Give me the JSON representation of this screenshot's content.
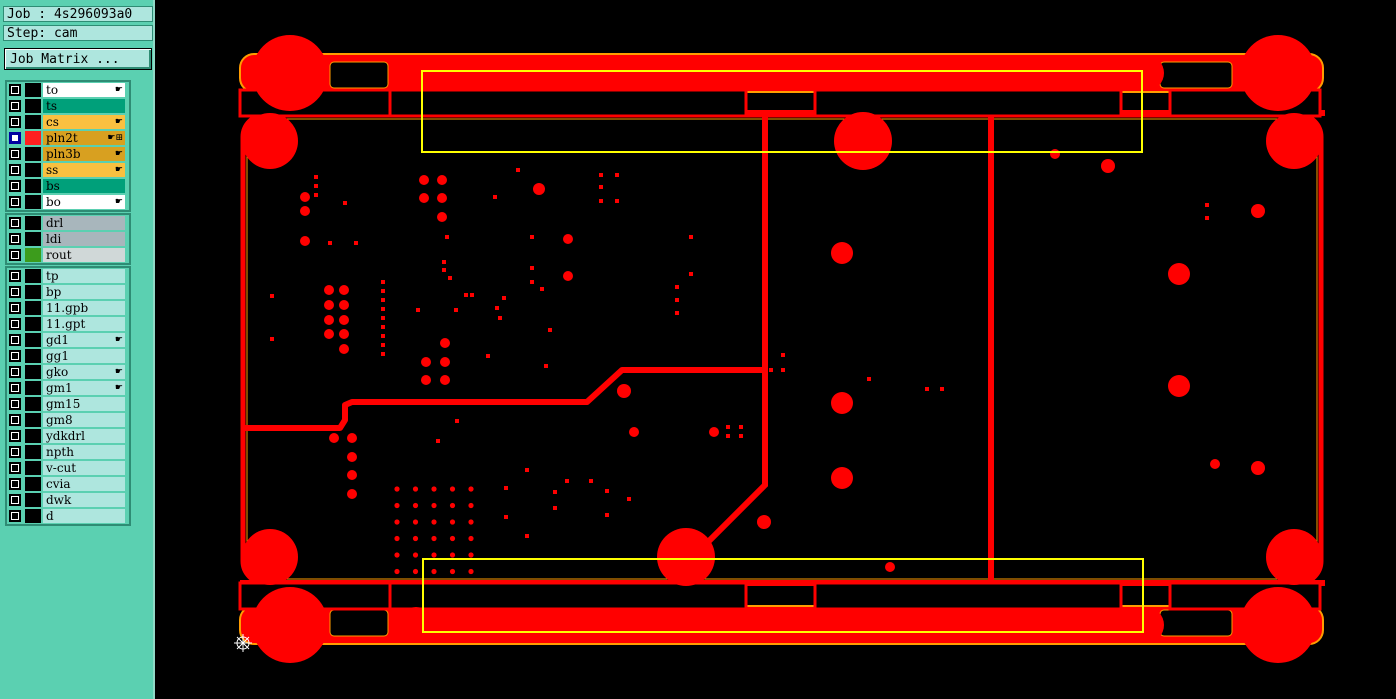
{
  "header": {
    "job": "Job : 4s296093a0",
    "step": "Step: cam"
  },
  "job_matrix_label": "Job Matrix ...",
  "groups": [
    {
      "layers": [
        {
          "name": "to",
          "bg": "#ffffff",
          "swatch": "#000000",
          "checked": false,
          "marker": "edit"
        },
        {
          "name": "ts",
          "bg": "#00a07a",
          "swatch": "#000000",
          "checked": false,
          "marker": ""
        },
        {
          "name": "cs",
          "bg": "#f9c040",
          "swatch": "#000000",
          "checked": false,
          "marker": "edit"
        },
        {
          "name": "pln2t",
          "bg": "#d8a020",
          "swatch": "#ff2020",
          "checked": true,
          "marker": "edit-grid"
        },
        {
          "name": "pln3b",
          "bg": "#d8a020",
          "swatch": "#000000",
          "checked": false,
          "marker": "edit"
        },
        {
          "name": "ss",
          "bg": "#f9c040",
          "swatch": "#000000",
          "checked": false,
          "marker": "edit"
        },
        {
          "name": "bs",
          "bg": "#00a07a",
          "swatch": "#000000",
          "checked": false,
          "marker": ""
        },
        {
          "name": "bo",
          "bg": "#ffffff",
          "swatch": "#000000",
          "checked": false,
          "marker": "edit"
        }
      ]
    },
    {
      "layers": [
        {
          "name": "drl",
          "bg": "#a8b6bc",
          "swatch": "#000000",
          "checked": false,
          "marker": ""
        },
        {
          "name": "ldi",
          "bg": "#a8b6bc",
          "swatch": "#000000",
          "checked": false,
          "marker": ""
        },
        {
          "name": "rout",
          "bg": "#d0d8d8",
          "swatch": "#3c9c1c",
          "checked": false,
          "marker": ""
        }
      ]
    },
    {
      "layers": [
        {
          "name": "tp",
          "bg": "#aee6de",
          "swatch": "#000000",
          "checked": false,
          "marker": ""
        },
        {
          "name": "bp",
          "bg": "#aee6de",
          "swatch": "#000000",
          "checked": false,
          "marker": ""
        },
        {
          "name": "11.gpb",
          "bg": "#aee6de",
          "swatch": "#000000",
          "checked": false,
          "marker": ""
        },
        {
          "name": "11.gpt",
          "bg": "#aee6de",
          "swatch": "#000000",
          "checked": false,
          "marker": ""
        },
        {
          "name": "gd1",
          "bg": "#aee6de",
          "swatch": "#000000",
          "checked": false,
          "marker": "edit"
        },
        {
          "name": "gg1",
          "bg": "#aee6de",
          "swatch": "#000000",
          "checked": false,
          "marker": ""
        },
        {
          "name": "gko",
          "bg": "#aee6de",
          "swatch": "#000000",
          "checked": false,
          "marker": "edit"
        },
        {
          "name": "gm1",
          "bg": "#aee6de",
          "swatch": "#000000",
          "checked": false,
          "marker": "edit"
        },
        {
          "name": "gm15",
          "bg": "#aee6de",
          "swatch": "#000000",
          "checked": false,
          "marker": ""
        },
        {
          "name": "gm8",
          "bg": "#aee6de",
          "swatch": "#000000",
          "checked": false,
          "marker": ""
        },
        {
          "name": "ydkdrl",
          "bg": "#aee6de",
          "swatch": "#000000",
          "checked": false,
          "marker": ""
        },
        {
          "name": "npth",
          "bg": "#aee6de",
          "swatch": "#000000",
          "checked": false,
          "marker": ""
        },
        {
          "name": "v-cut",
          "bg": "#aee6de",
          "swatch": "#000000",
          "checked": false,
          "marker": ""
        },
        {
          "name": "cvia",
          "bg": "#aee6de",
          "swatch": "#000000",
          "checked": false,
          "marker": ""
        },
        {
          "name": "dwk",
          "bg": "#aee6de",
          "swatch": "#000000",
          "checked": false,
          "marker": ""
        },
        {
          "name": "d",
          "bg": "#aee6de",
          "swatch": "#000000",
          "checked": false,
          "marker": ""
        }
      ]
    }
  ],
  "colors": {
    "copper": "#ff0000",
    "outline": "#ff9c00",
    "highlight": "#ffff00",
    "background": "#000000",
    "panel": "#5bd0b1"
  },
  "icons": {
    "origin": "crosshair-origin-icon",
    "edit": "hand-icon"
  }
}
